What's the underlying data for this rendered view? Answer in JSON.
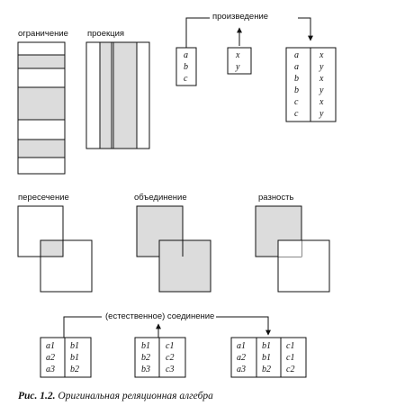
{
  "labels": {
    "restriction": "ограничение",
    "projection": "проекция",
    "product": "произведение",
    "intersection": "пересечение",
    "union": "объединение",
    "difference": "разность",
    "join": "(естественное) соединение"
  },
  "product_tables": {
    "left": [
      "a",
      "b",
      "c"
    ],
    "right": [
      "x",
      "y"
    ],
    "result_col1": [
      "a",
      "a",
      "b",
      "b",
      "c",
      "c"
    ],
    "result_col2": [
      "x",
      "y",
      "x",
      "y",
      "x",
      "y"
    ]
  },
  "join_tables": {
    "left": {
      "col1": [
        "a1",
        "a2",
        "a3"
      ],
      "col2": [
        "b1",
        "b1",
        "b2"
      ]
    },
    "right": {
      "col1": [
        "b1",
        "b2",
        "b3"
      ],
      "col2": [
        "c1",
        "c2",
        "c3"
      ]
    },
    "result": {
      "col1": [
        "a1",
        "a2",
        "a3"
      ],
      "col2": [
        "b1",
        "b1",
        "b2"
      ],
      "col3": [
        "c1",
        "c1",
        "c2"
      ]
    }
  },
  "caption": {
    "prefix": "Рис. 1.2.",
    "text": "Оригинальная реляционная алгебра"
  },
  "colors": {
    "fill": "#dcdcdc",
    "stroke": "#111111"
  }
}
